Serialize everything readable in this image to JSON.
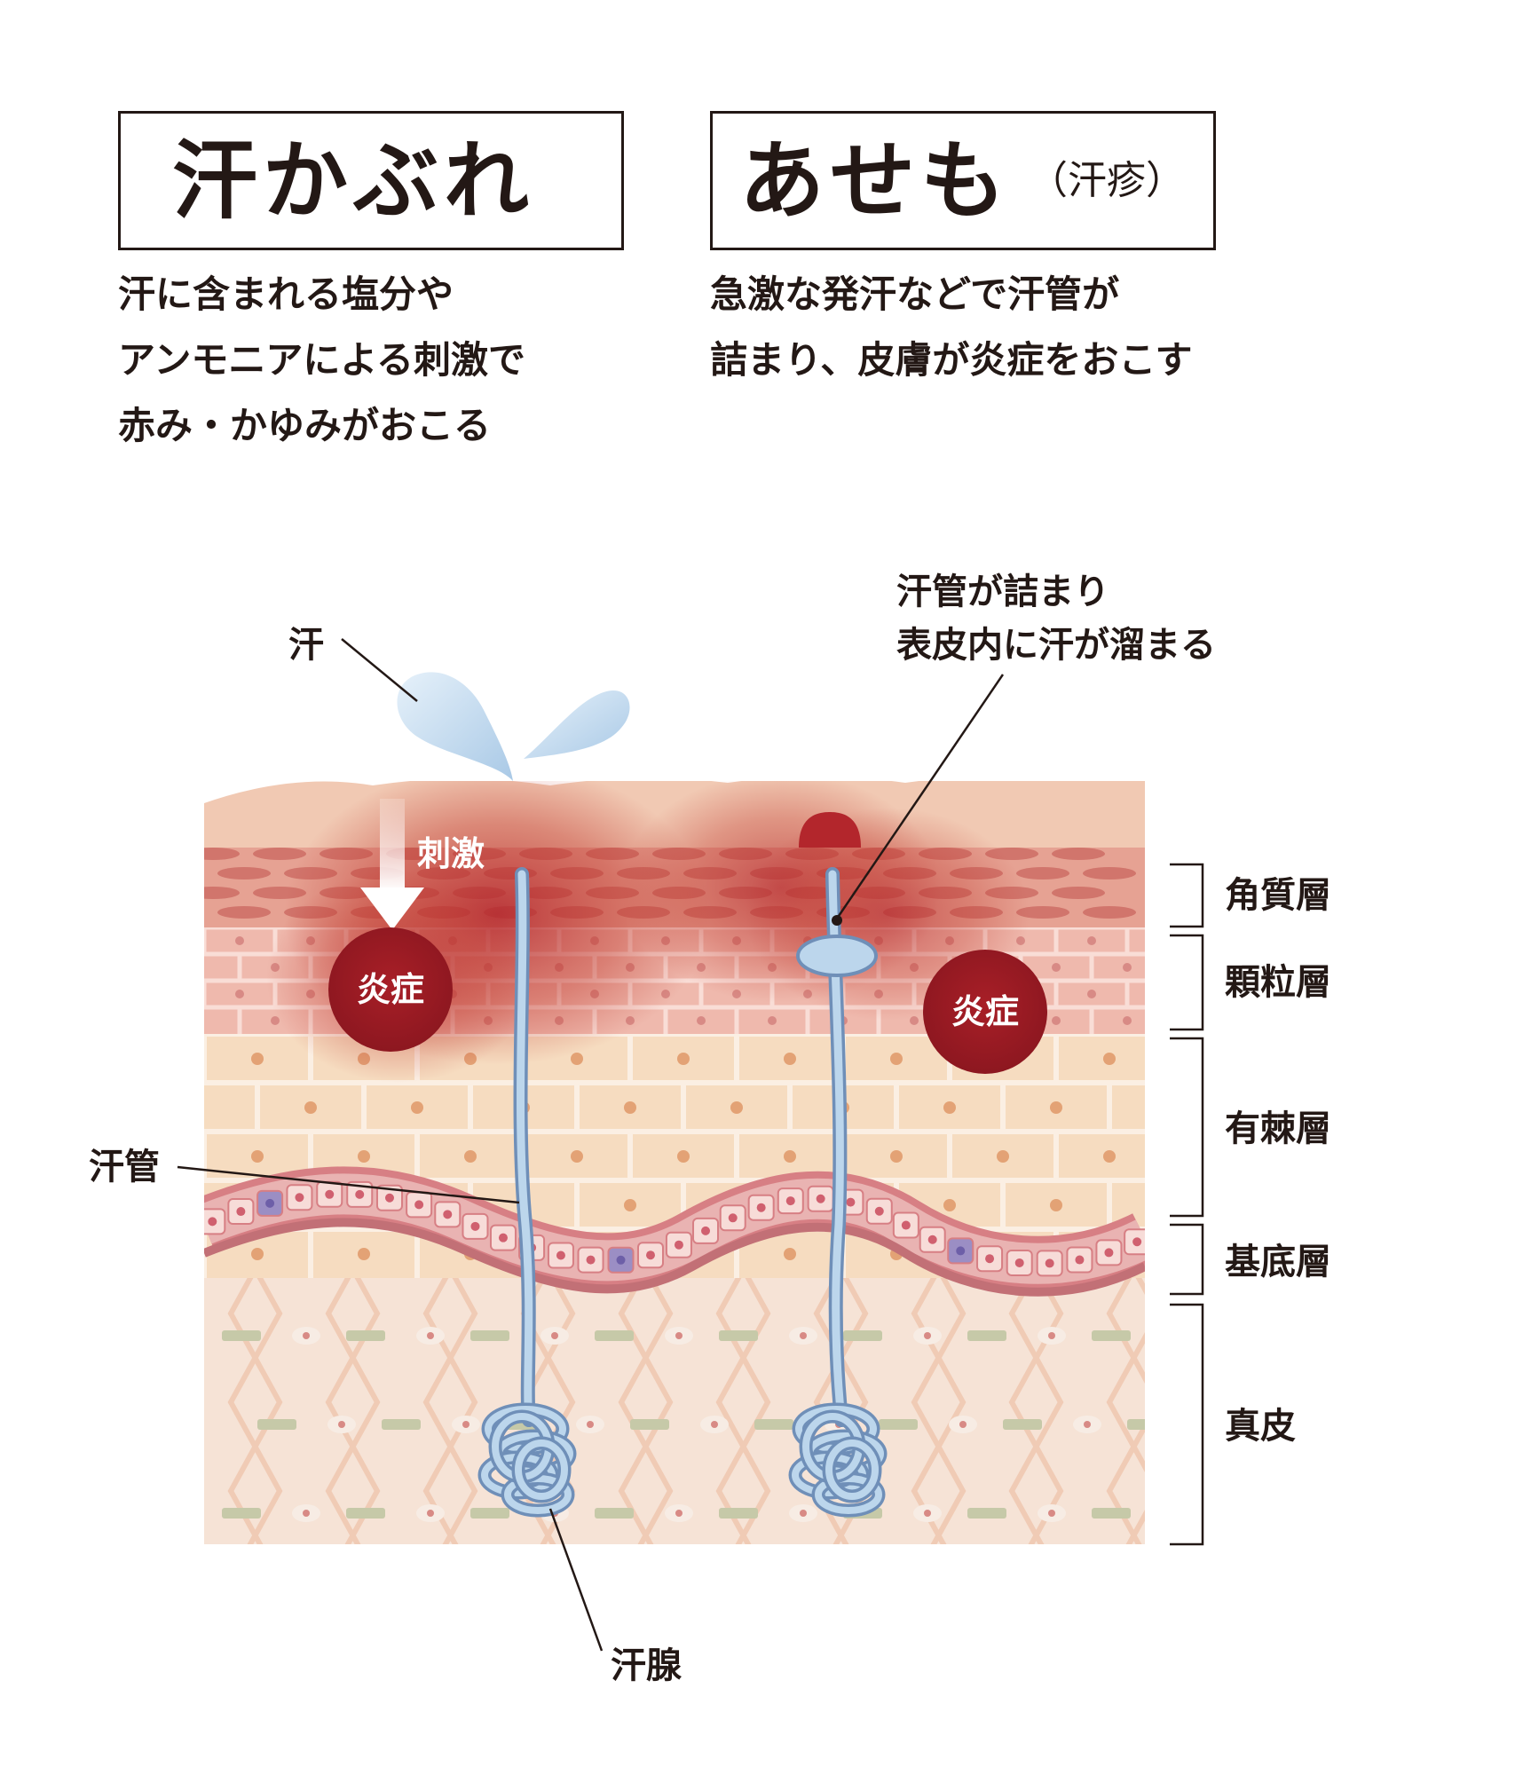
{
  "left_panel": {
    "title": "汗かぶれ",
    "description": "汗に含まれる塩分や\nアンモニアによる刺激で\n赤み・かゆみがおこる"
  },
  "right_panel": {
    "title": "あせも",
    "title_note": "（汗疹）",
    "description": "急激な発汗などで汗管が\n詰まり、皮膚が炎症をおこす"
  },
  "diagram": {
    "labels": {
      "sweat": "汗",
      "stimulus": "刺激",
      "inflammation_left": "炎症",
      "inflammation_right": "炎症",
      "sweat_duct": "汗管",
      "sweat_gland": "汗腺",
      "blocked_line1": "汗管が詰まり",
      "blocked_line2": "表皮内に汗が溜まる"
    },
    "layers": {
      "stratum_corneum": "角質層",
      "stratum_granulosum": "顆粒層",
      "stratum_spinosum": "有棘層",
      "stratum_basale": "基底層",
      "dermis": "真皮"
    },
    "colors": {
      "inflammation": "#9b1b22",
      "duct": "#bcd6ec",
      "duct_outline": "#6f8fb8",
      "skin_top": "#f1c9b3",
      "corneum": "#e6a293",
      "granulosum": "#efb9ad",
      "spinosum": "#f6dcc0",
      "basale": "#e5a6a8",
      "dermis": "#f6e3d6"
    }
  }
}
